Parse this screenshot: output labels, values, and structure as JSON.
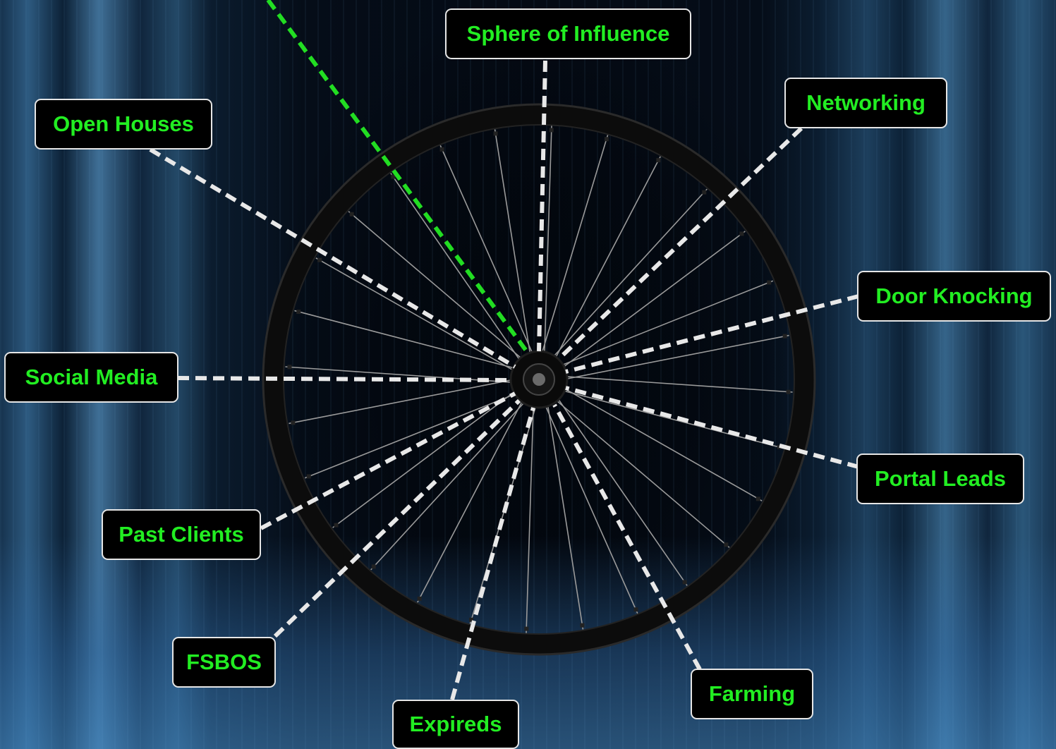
{
  "labels": {
    "sphere_of_influence": "Sphere of Influence",
    "networking": "Networking",
    "open_houses": "Open Houses",
    "door_knocking": "Door Knocking",
    "social_media": "Social Media",
    "portal_leads": "Portal Leads",
    "past_clients": "Past Clients",
    "fsbos": "FSBOS",
    "farming": "Farming",
    "expireds": "Expireds"
  },
  "colors": {
    "label_text": "#22ee22",
    "label_border": "#e6e6e6",
    "label_background": "#000000",
    "connector": "#e8e8e8",
    "highlight_connector": "#22dd22",
    "wheel": "#111111"
  },
  "icons": {
    "wheel": "bicycle-wheel"
  }
}
